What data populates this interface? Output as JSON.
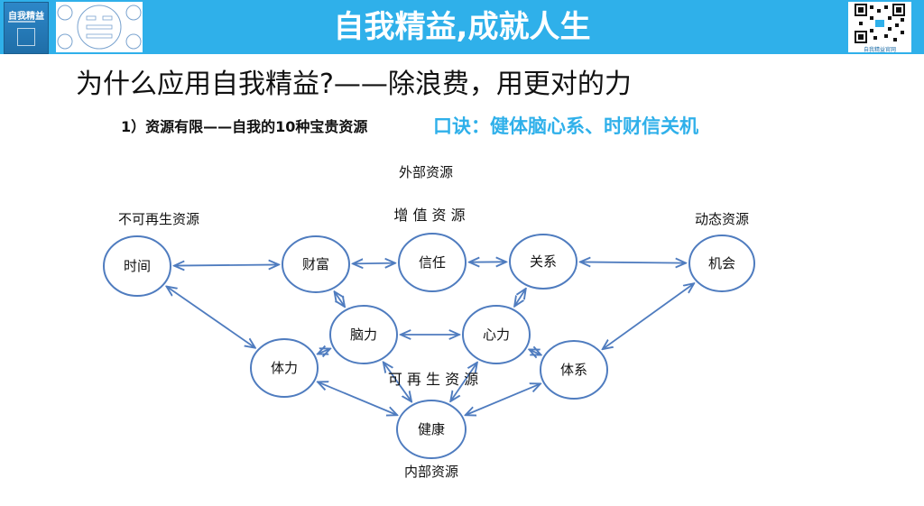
{
  "header": {
    "title": "自我精益,成就人生",
    "book_title": "自我精益",
    "qr_caption": "自我精益官网",
    "banner_color": "#2fb0ea"
  },
  "heading": "为什么应用自我精益?——除浪费，用更对的力",
  "subheading": "1）资源有限——自我的10种宝贵资源",
  "mnemonic": "口诀：健体脑心系、时财信关机",
  "diagram": {
    "labels": {
      "external": "外部资源",
      "value_added": "增 值 资 源",
      "non_renewable": "不可再生资源",
      "dynamic": "动态资源",
      "renewable": "可 再 生 资 源",
      "internal": "内部资源"
    },
    "nodes": [
      {
        "id": "time",
        "label": "时间"
      },
      {
        "id": "wealth",
        "label": "财富"
      },
      {
        "id": "trust",
        "label": "信任"
      },
      {
        "id": "relation",
        "label": "关系"
      },
      {
        "id": "chance",
        "label": "机会"
      },
      {
        "id": "brain",
        "label": "脑力"
      },
      {
        "id": "heart",
        "label": "心力"
      },
      {
        "id": "body",
        "label": "体力"
      },
      {
        "id": "system",
        "label": "体系"
      },
      {
        "id": "health",
        "label": "健康"
      }
    ],
    "edges": [
      [
        "time",
        "wealth"
      ],
      [
        "wealth",
        "trust"
      ],
      [
        "trust",
        "relation"
      ],
      [
        "relation",
        "chance"
      ],
      [
        "time",
        "body"
      ],
      [
        "wealth",
        "brain"
      ],
      [
        "relation",
        "heart"
      ],
      [
        "chance",
        "system"
      ],
      [
        "brain",
        "heart"
      ],
      [
        "brain",
        "body"
      ],
      [
        "heart",
        "system"
      ],
      [
        "body",
        "health"
      ],
      [
        "brain",
        "health"
      ],
      [
        "heart",
        "health"
      ],
      [
        "system",
        "health"
      ]
    ],
    "node_stroke_color": "#4f7cbf",
    "arrow_color": "#4f7cbf"
  }
}
